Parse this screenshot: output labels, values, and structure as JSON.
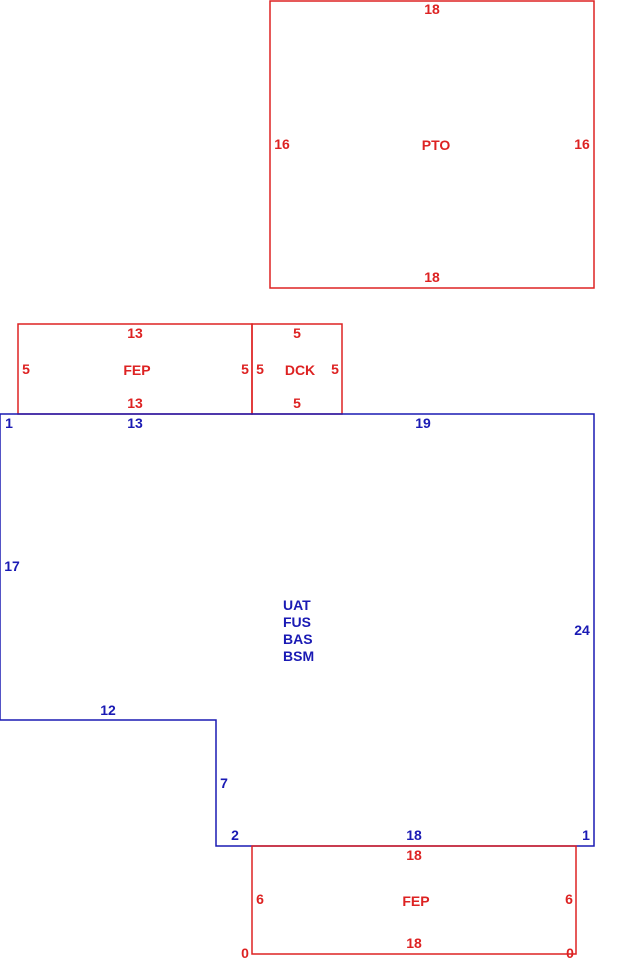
{
  "colors": {
    "addition": "#dd2222",
    "main": "#1a1ab4",
    "background": "#ffffff"
  },
  "pto": {
    "label": "PTO",
    "top": "18",
    "bottom": "18",
    "left": "16",
    "right": "16"
  },
  "fep_top": {
    "label": "FEP",
    "top": "13",
    "bottom": "13",
    "left": "5",
    "right": "5"
  },
  "dck": {
    "label": "DCK",
    "top": "5",
    "bottom": "5",
    "left": "5",
    "right": "5"
  },
  "main": {
    "labels": [
      "UAT",
      "FUS",
      "BAS",
      "BSM"
    ],
    "corner_top_left": "1",
    "top_left_segment": "13",
    "top_right_segment": "19",
    "left": "17",
    "right": "24",
    "step_horizontal": "12",
    "step_vertical": "7",
    "corner_bottom_left": "2",
    "bottom": "18",
    "corner_bottom_right": "1"
  },
  "fep_bottom": {
    "label": "FEP",
    "top": "18",
    "bottom": "18",
    "left": "6",
    "right": "6",
    "corner_left": "0",
    "corner_right": "0"
  }
}
